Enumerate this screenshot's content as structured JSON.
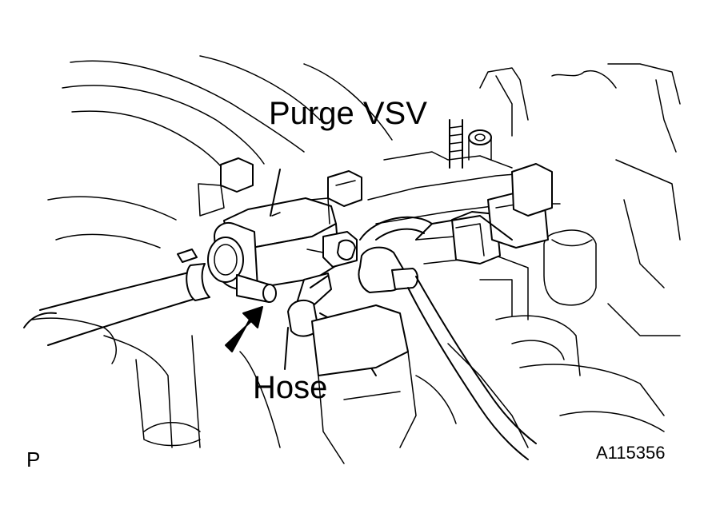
{
  "figure": {
    "labels": {
      "component": "Purge VSV",
      "hose": "Hose"
    },
    "view_mark": "P",
    "figure_number": "A115356"
  },
  "icons": {
    "direction_arrow": "arrow-up-right-icon"
  },
  "colors": {
    "ink": "#000000",
    "paper": "#ffffff"
  }
}
